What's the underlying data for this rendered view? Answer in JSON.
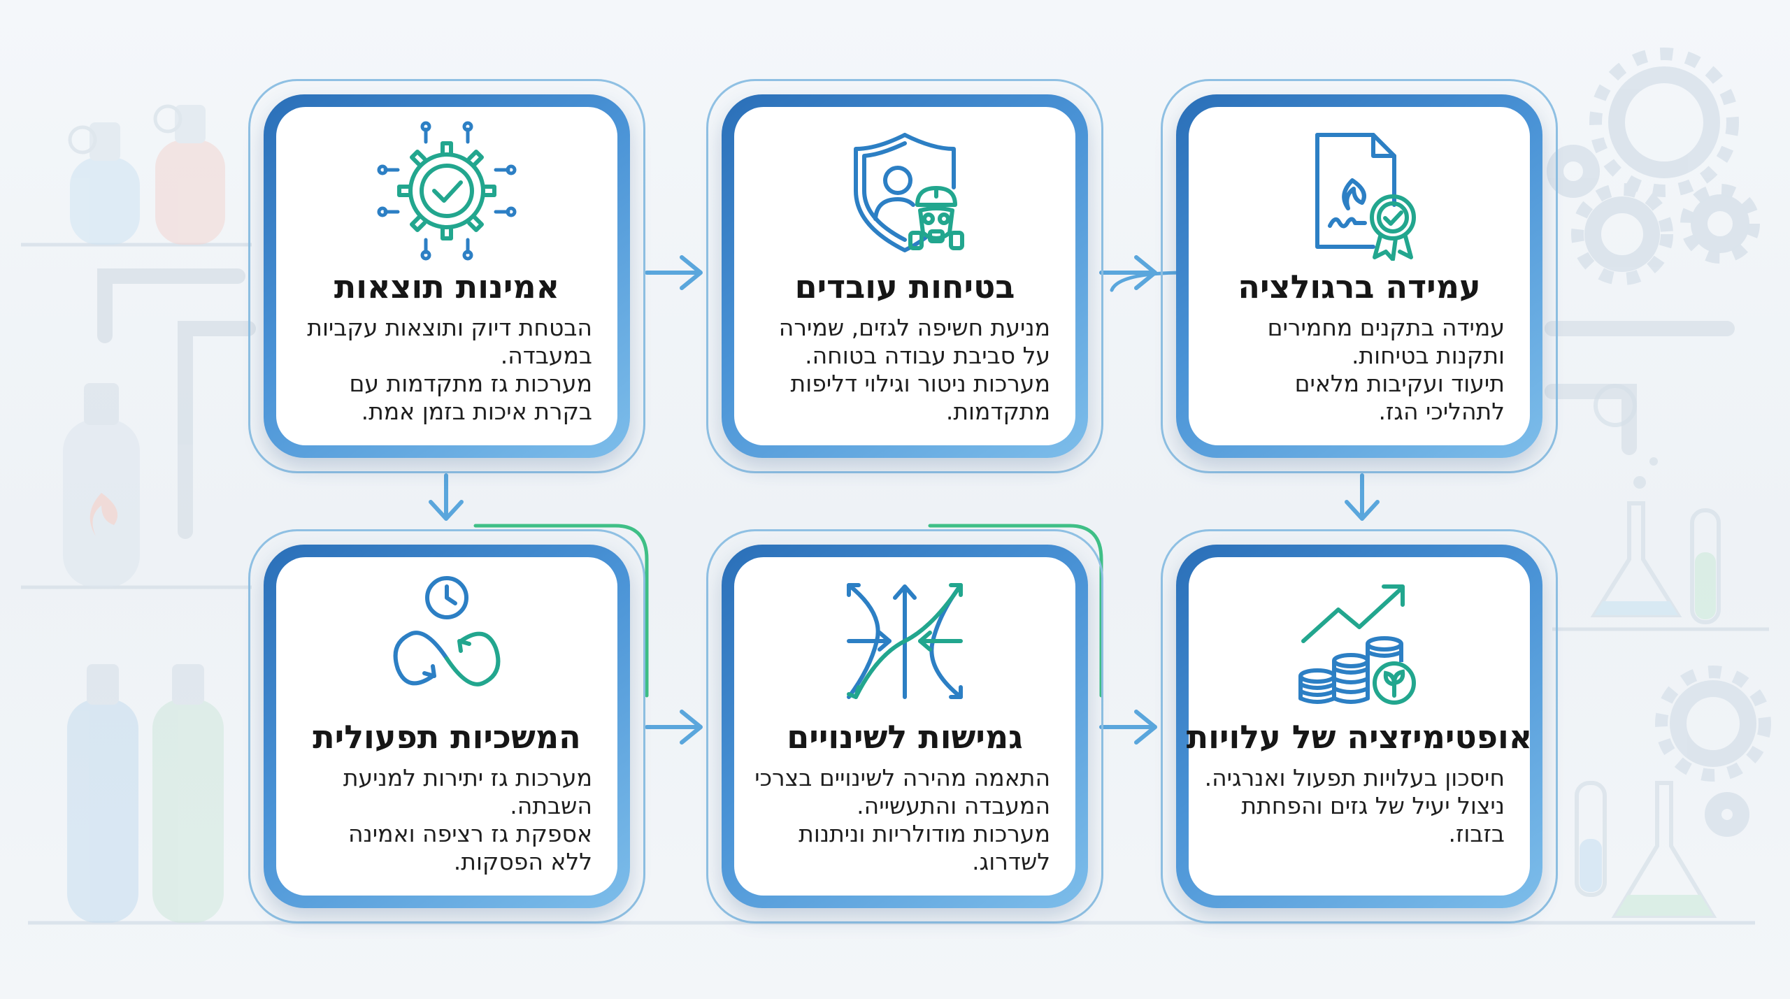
{
  "colors": {
    "accent_blue": "#3a86cc",
    "icon_teal": "#22a68e",
    "connector_blue": "#5aa6dc",
    "connector_green": "#3fbf86"
  },
  "cards": [
    {
      "id": "regulation",
      "title": "עמידה ברגולציה",
      "icon": "certificate-flame-seal-icon",
      "lines": [
        "עמידה בתקנים מחמירים",
        "ותקנות בטיחות.",
        "תיעוד ועקיבות מלאים",
        "לתהליכי הגז."
      ]
    },
    {
      "id": "worker-safety",
      "title": "בטיחות עובדים",
      "icon": "shield-worker-gasmask-icon",
      "lines": [
        "מניעת חשיפה לגזים, שמירה",
        "על סביבת עבודה בטוחה.",
        "מערכות ניטור וגילוי דליפות",
        "מתקדמות."
      ]
    },
    {
      "id": "reliability",
      "title": "אמינות תוצאות",
      "icon": "gear-checkmark-icon",
      "lines": [
        "הבטחת דיוק ותוצאות עקביות",
        "במעבדה.",
        "מערכות גז מתקדמות עם",
        "בקרת איכות בזמן אמת."
      ]
    },
    {
      "id": "cost-optimization",
      "title": "אופטימיזציה של עלויות",
      "icon": "coins-growth-chart-icon",
      "lines": [
        "חיסכון בעלויות תפעול ואנרגיה.",
        "ניצול יעיל של גזים והפחתת",
        "בזבוז."
      ]
    },
    {
      "id": "flexibility",
      "title": "גמישות לשינויים",
      "icon": "flexible-arrows-icon",
      "lines": [
        "התאמה מהירה לשינויים בצרכי",
        "המעבדה והתעשייה.",
        "מערכות מודולריות וניתנות",
        "לשדרוג."
      ]
    },
    {
      "id": "continuity",
      "title": "המשכיות תפעולית",
      "icon": "infinity-clock-icon",
      "lines": [
        "מערכות גז יתירות למניעת",
        "השבתה.",
        "אספקת גז רציפה ואמינה",
        "ללא הפסקות."
      ]
    }
  ]
}
